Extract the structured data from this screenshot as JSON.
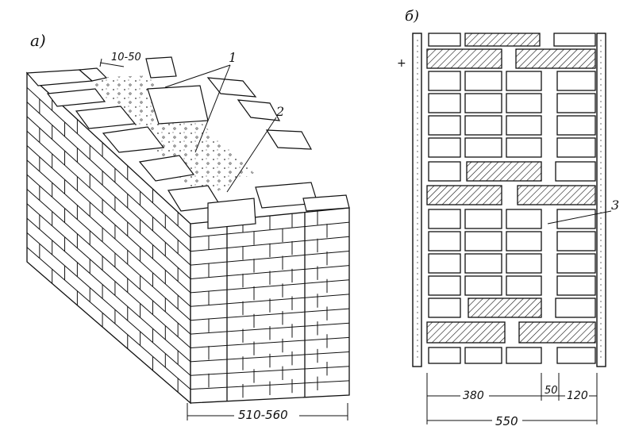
{
  "panels": {
    "a": {
      "label": "а)"
    },
    "b": {
      "label": "б)"
    }
  },
  "callouts": {
    "c1": "1",
    "c2": "2",
    "c3": "3"
  },
  "dimensions": {
    "gap": "10-50",
    "wall_a": "510-560",
    "d380": "380",
    "d50": "50",
    "d120": "120",
    "d550": "550"
  },
  "colors": {
    "ink": "#111111",
    "fill": "#bdbdbd",
    "paper": "#ffffff"
  }
}
